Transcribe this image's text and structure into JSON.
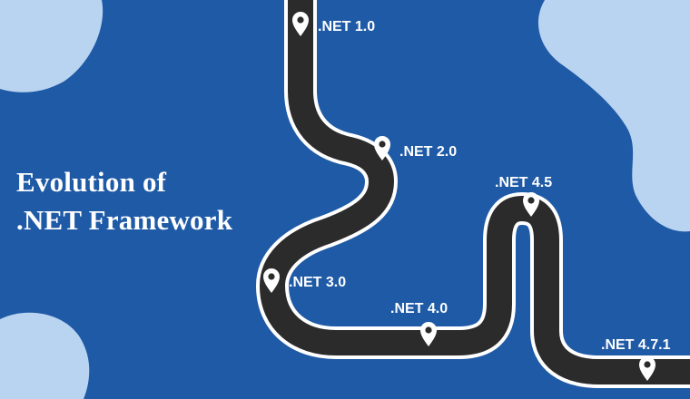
{
  "title": {
    "line1": "Evolution of",
    "line2": ".NET Framework"
  },
  "milestones": [
    {
      "label": ".NET 1.0"
    },
    {
      "label": ".NET 2.0"
    },
    {
      "label": ".NET 3.0"
    },
    {
      "label": ".NET 4.0"
    },
    {
      "label": ".NET 4.5"
    },
    {
      "label": ".NET 4.7.1"
    }
  ],
  "colors": {
    "background": "#1f5aa6",
    "blob": "#b9d4f1",
    "road": "#2b2b2b",
    "road_edge": "#ffffff",
    "text": "#ffffff"
  },
  "icons": {
    "marker": "map-pin-icon"
  }
}
